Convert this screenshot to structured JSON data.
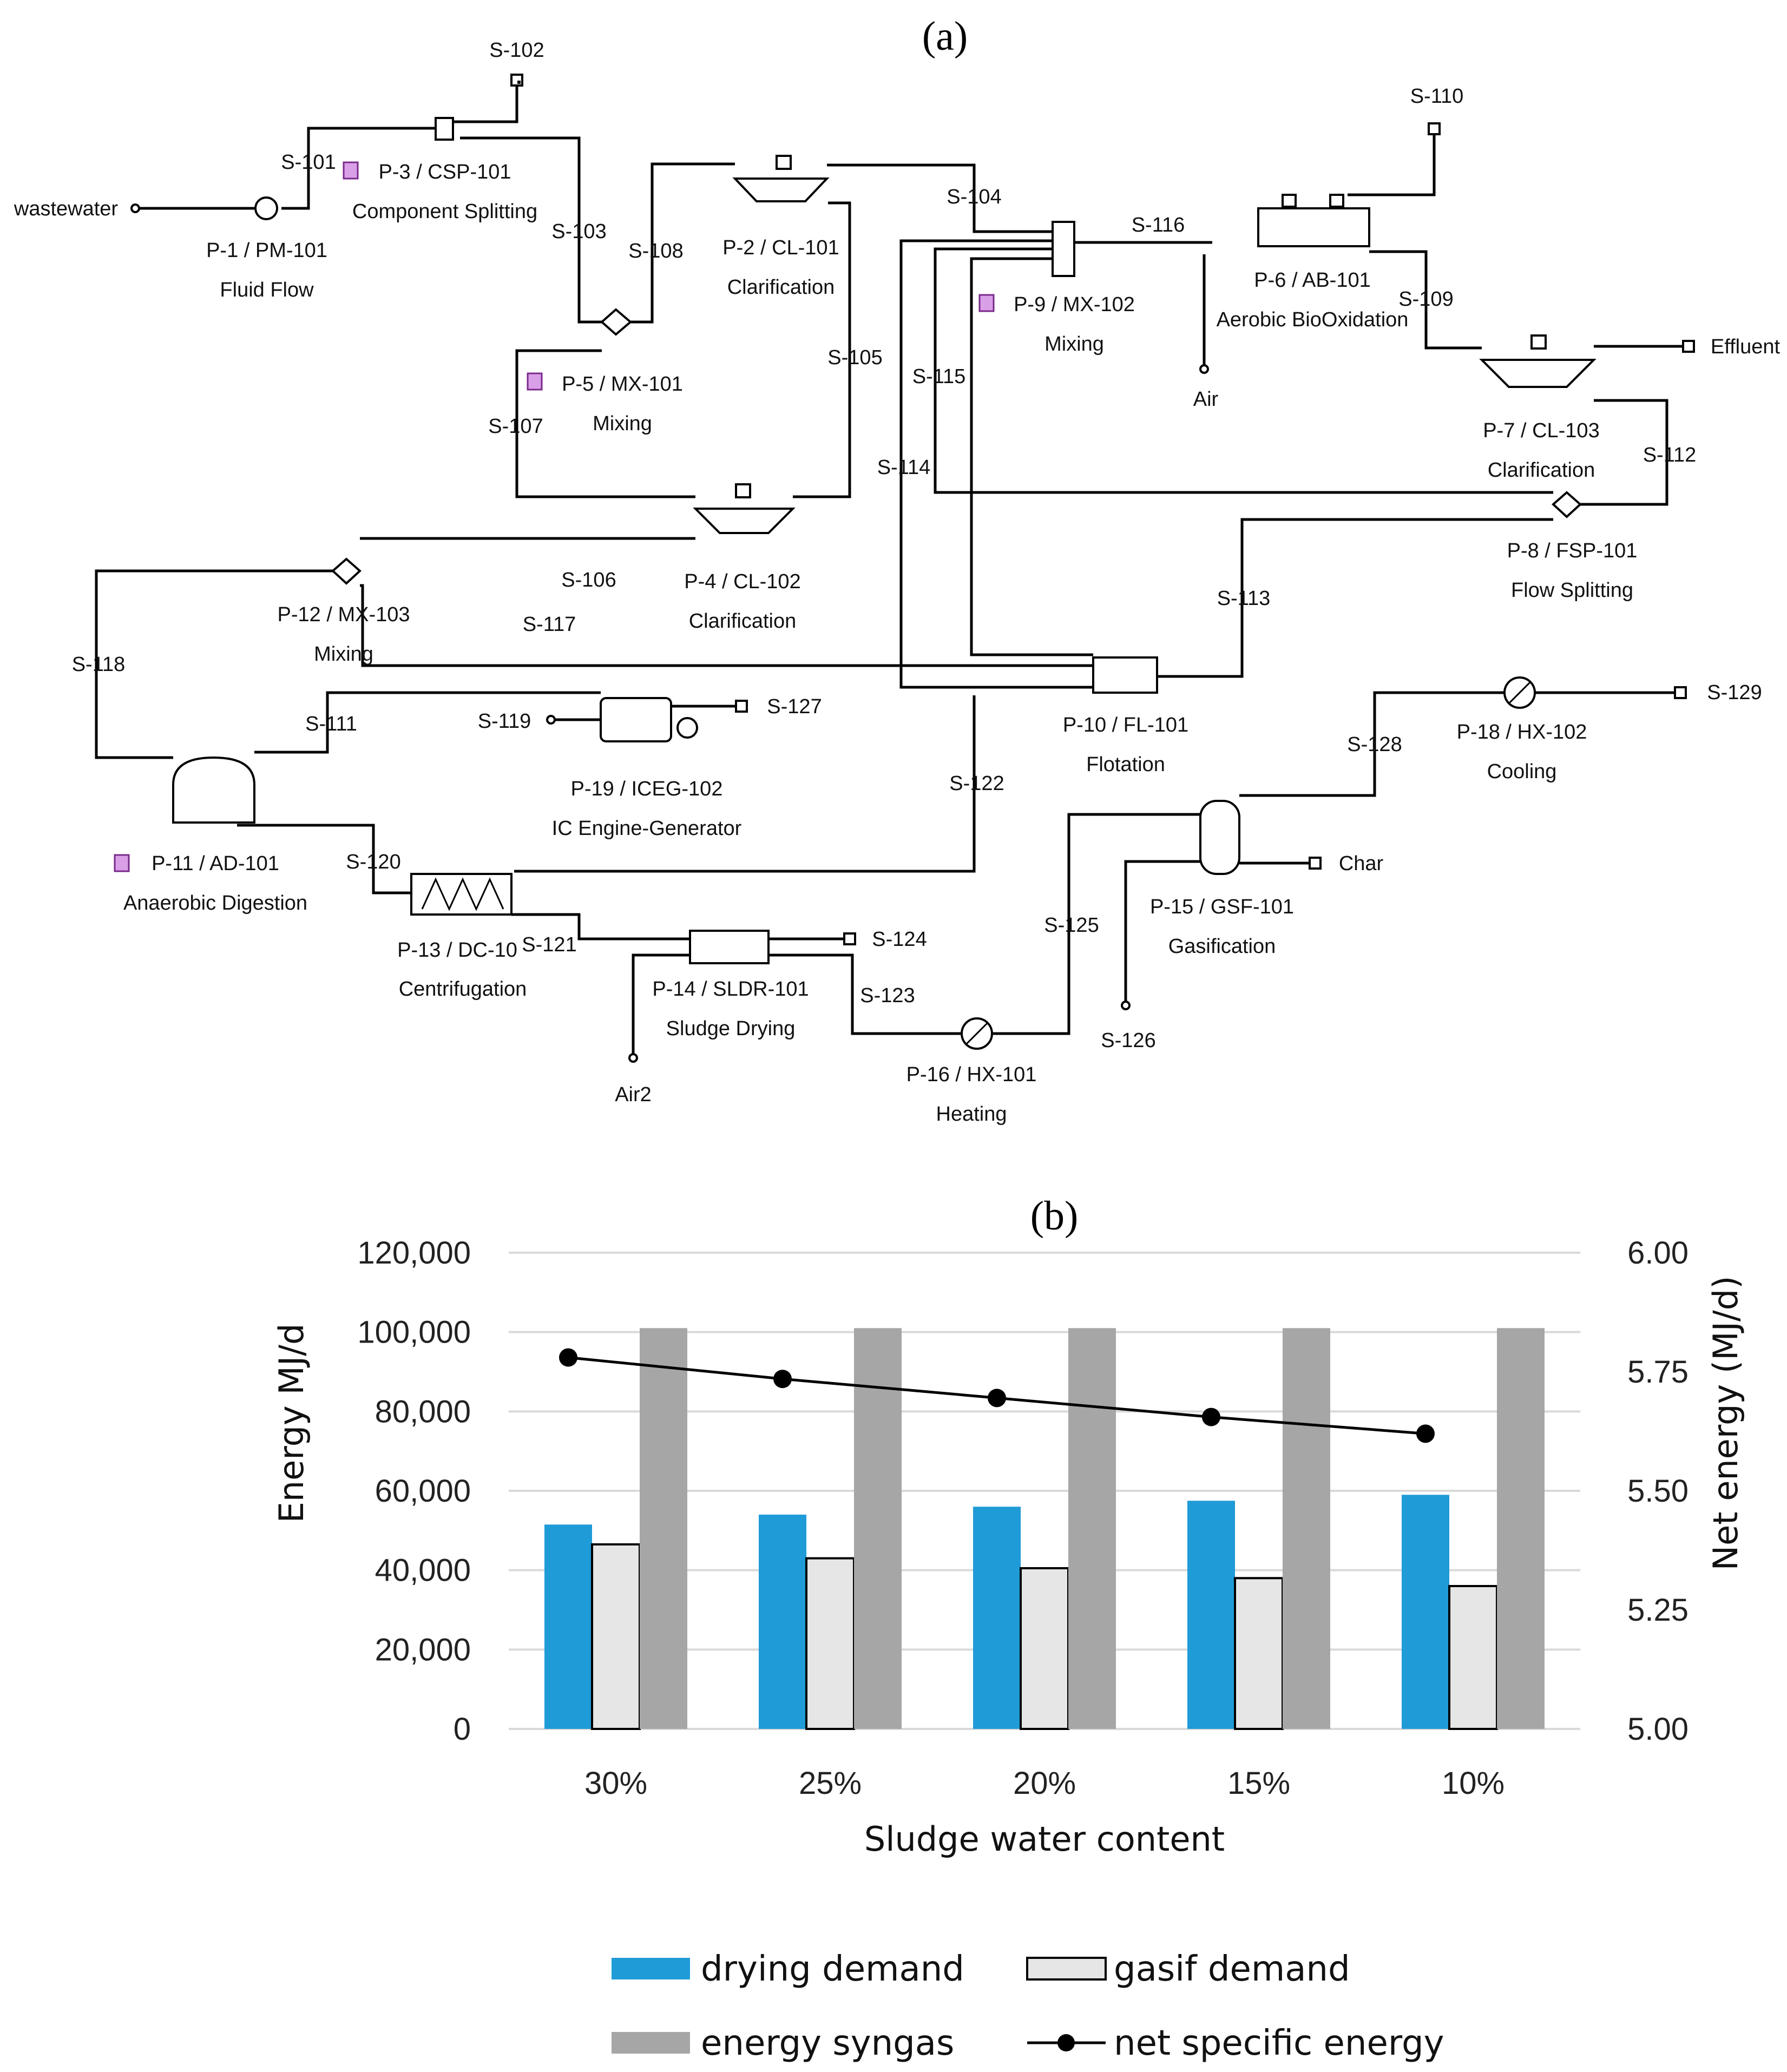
{
  "panel_a": {
    "label": "(a)",
    "labels": {
      "s102": "S-102",
      "s101": "S-101",
      "s103": "S-103",
      "s108": "S-108",
      "s104": "S-104",
      "s105": "S-105",
      "s107": "S-107",
      "s106": "S-106",
      "s117": "S-117",
      "s118": "S-118",
      "s116": "S-116",
      "s115": "S-115",
      "s114": "S-114",
      "s110": "S-110",
      "s109": "S-109",
      "s112": "S-112",
      "s113": "S-113",
      "s111": "S-111",
      "s119": "S-119",
      "s127": "S-127",
      "s120": "S-120",
      "s122": "S-122",
      "s121": "S-121",
      "s124": "S-124",
      "s123": "S-123",
      "s125": "S-125",
      "s126": "S-126",
      "s128": "S-128",
      "s129": "S-129",
      "wastewater": "wastewater",
      "air": "Air",
      "air2": "Air2",
      "effluent": "Effluent",
      "char": "Char",
      "p1_id": "P-1 / PM-101",
      "p1_name": "Fluid Flow",
      "p3_id": "P-3 / CSP-101",
      "p3_name": "Component Splitting",
      "p2_id": "P-2 / CL-101",
      "p2_name": "Clarification",
      "p5_id": "P-5 / MX-101",
      "p5_name": "Mixing",
      "p9_id": "P-9 / MX-102",
      "p9_name": "Mixing",
      "p6_id": "P-6 / AB-101",
      "p6_name": "Aerobic BioOxidation",
      "p7_id": "P-7 / CL-103",
      "p7_name": "Clarification",
      "p8_id": "P-8 / FSP-101",
      "p8_name": "Flow Splitting",
      "p4_id": "P-4 / CL-102",
      "p4_name": "Clarification",
      "p12_id": "P-12 / MX-103",
      "p12_name": "Mixing",
      "p10_id": "P-10 / FL-101",
      "p10_name": "Flotation",
      "p19_id": "P-19 / ICEG-102",
      "p19_name": "IC Engine-Generator",
      "p11_id": "P-11 / AD-101",
      "p11_name": "Anaerobic Digestion",
      "p13_id": "P-13 / DC-10",
      "p13_name": "Centrifugation",
      "p14_id": "P-14 / SLDR-101",
      "p14_name": "Sludge Drying",
      "p16_id": "P-16 / HX-101",
      "p16_name": "Heating",
      "p15_id": "P-15 / GSF-101",
      "p15_name": "Gasification",
      "p18_id": "P-18 / HX-102",
      "p18_name": "Cooling"
    }
  },
  "panel_b": {
    "label": "(b)"
  },
  "chart_data": {
    "type": "bar",
    "title": "",
    "xlabel": "Sludge water content",
    "ylabel": "Energy MJ/d",
    "y2label": "Net energy (MJ/d)",
    "categories": [
      "30%",
      "25%",
      "20%",
      "15%",
      "10%"
    ],
    "ylim": [
      0,
      120000
    ],
    "y_ticks": [
      "0",
      "20,000",
      "40,000",
      "60,000",
      "80,000",
      "100,000",
      "120,000"
    ],
    "y2lim": [
      5.0,
      6.0
    ],
    "y2_ticks": [
      "5.00",
      "5.25",
      "5.50",
      "5.75",
      "6.00"
    ],
    "grid": true,
    "legend_position": "bottom",
    "series": [
      {
        "name": "drying demand",
        "kind": "bar",
        "axis": "left",
        "color": "#1f9bd7",
        "values": [
          51500,
          54000,
          56000,
          57500,
          59000
        ]
      },
      {
        "name": "gasif demand",
        "kind": "bar",
        "axis": "left",
        "color": "#e6e6e6",
        "stroke": "#000000",
        "values": [
          46500,
          43000,
          40500,
          38000,
          36000
        ]
      },
      {
        "name": "energy syngas",
        "kind": "bar",
        "axis": "left",
        "color": "#a6a6a6",
        "values": [
          101000,
          101000,
          101000,
          101000,
          101000
        ]
      },
      {
        "name": "net specific energy",
        "kind": "line",
        "axis": "right",
        "color": "#000000",
        "values": [
          5.78,
          5.735,
          5.695,
          5.655,
          5.62
        ]
      }
    ]
  }
}
